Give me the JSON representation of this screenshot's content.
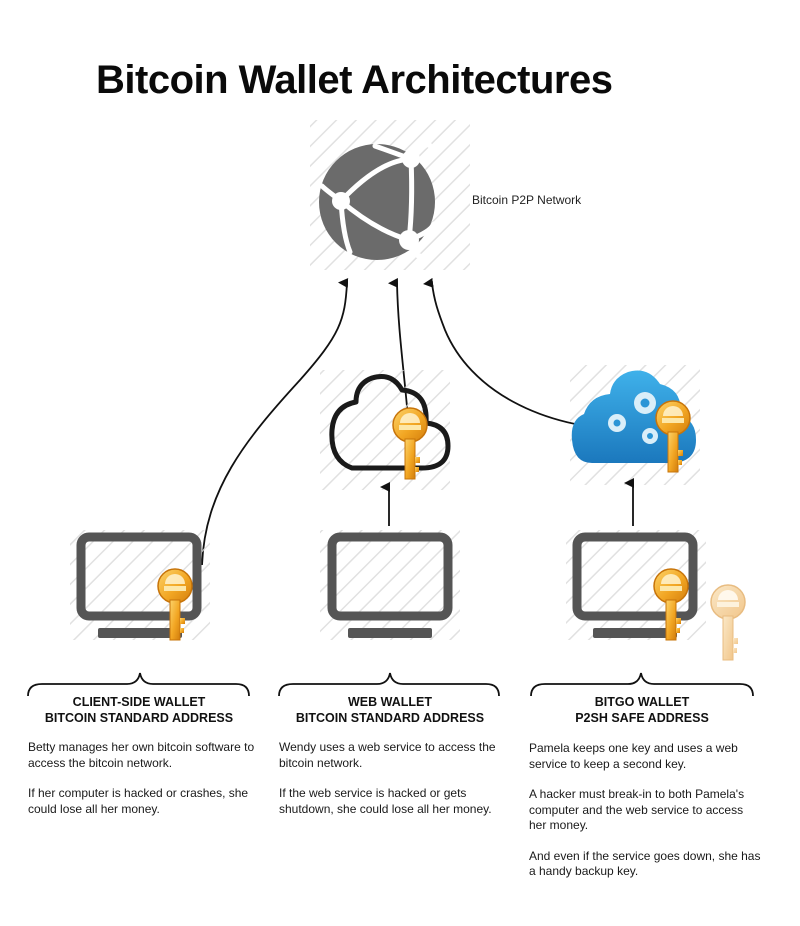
{
  "title": "Bitcoin Wallet Architectures",
  "network": {
    "label": "Bitcoin P2P Network",
    "icon": "globe-network-icon"
  },
  "colors": {
    "key_gold": "#f2a623",
    "key_gold_light": "#f7d29a",
    "monitor_gray": "#555555",
    "globe_gray": "#6b6b6b",
    "cloud_blue": "#2b95d6",
    "cloud_outline": "#1a1a1a"
  },
  "columns": [
    {
      "id": "client-side",
      "heading_line1": "CLIENT-SIDE WALLET",
      "heading_line2": "BITCOIN STANDARD ADDRESS",
      "paragraphs": [
        "Betty manages her own bitcoin software to access the bitcoin network.",
        "If her computer is hacked or crashes, she could lose all her money."
      ],
      "icons": [
        "monitor-icon",
        "key-icon"
      ]
    },
    {
      "id": "web",
      "heading_line1": "WEB WALLET",
      "heading_line2": "BITCOIN STANDARD ADDRESS",
      "paragraphs": [
        "Wendy uses a web service to access the bitcoin network.",
        "If the web service is hacked or gets shutdown, she could lose all her money."
      ],
      "icons": [
        "monitor-icon",
        "cloud-outline-icon",
        "key-icon"
      ]
    },
    {
      "id": "bitgo",
      "heading_line1": "BITGO WALLET",
      "heading_line2": "P2SH SAFE ADDRESS",
      "paragraphs": [
        "Pamela keeps one key and uses a web service to keep a second key.",
        "A hacker must break-in to both Pamela's computer and the web service to access her money.",
        "And even if the service goes down, she has a handy backup key."
      ],
      "icons": [
        "monitor-icon",
        "blue-cloud-gears-icon",
        "key-icon",
        "backup-key-icon"
      ]
    }
  ]
}
